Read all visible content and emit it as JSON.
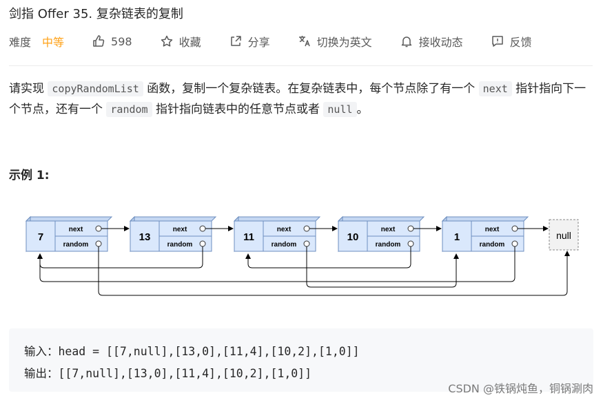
{
  "problem": {
    "title": "剑指 Offer 35. 复杂链表的复制"
  },
  "meta": {
    "difficulty_label": "难度",
    "difficulty_value": "中等",
    "like_count": "598",
    "favorite_label": "收藏",
    "share_label": "分享",
    "translate_label": "切换为英文",
    "notify_label": "接收动态",
    "feedback_label": "反馈"
  },
  "description": {
    "part1": "请实现 ",
    "code1": "copyRandomList",
    "part2": " 函数，复制一个复杂链表。在复杂链表中，每个节点除了有一个 ",
    "code2": "next",
    "part3": " 指针指向下一个节点，还有一个 ",
    "code3": "random",
    "part4": " 指针指向链表中的任意节点或者 ",
    "code4": "null",
    "part5": "。"
  },
  "example": {
    "heading": "示例 1:",
    "input_line": "输入：head = [[7,null],[13,0],[11,4],[10,2],[1,0]]",
    "output_line": "输出：[[7,null],[13,0],[11,4],[10,2],[1,0]]"
  },
  "diagram": {
    "nodes": [
      "7",
      "13",
      "11",
      "10",
      "1"
    ],
    "next_label": "next",
    "random_label": "random",
    "null_label": "null",
    "node_fill": "#dae8fc",
    "node_stroke": "#6c8ebf"
  },
  "watermark": "CSDN @铁锅炖鱼，铜锅涮肉",
  "colors": {
    "accent_medium": "#ffa116",
    "code_bg": "#f7f8fa"
  }
}
